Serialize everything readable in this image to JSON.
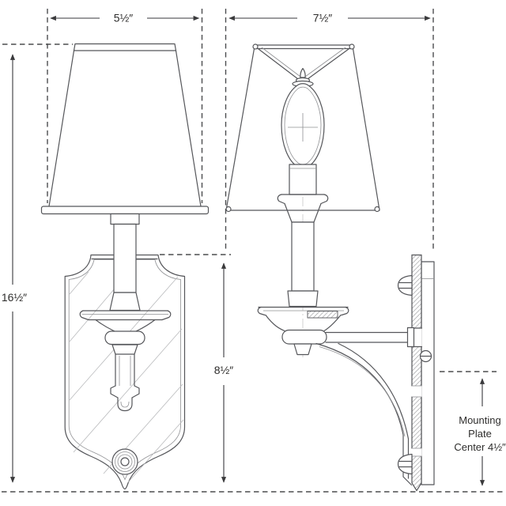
{
  "drawing": {
    "subject": "wall-sconce two-view dimensioned line drawing"
  },
  "dimensions": {
    "front_width": "5½″",
    "side_width": "7½″",
    "overall_height": "16½″",
    "backplate_height": "8½″",
    "mounting_note": [
      "Mounting",
      "Plate",
      "Center 4½″"
    ]
  },
  "colors": {
    "background": "#ffffff",
    "line": "#55565a",
    "light_line": "#8f9093",
    "hatch": "#9b9c9e",
    "dashed_line": "#4c4d4f",
    "text": "#2e2d2c"
  }
}
